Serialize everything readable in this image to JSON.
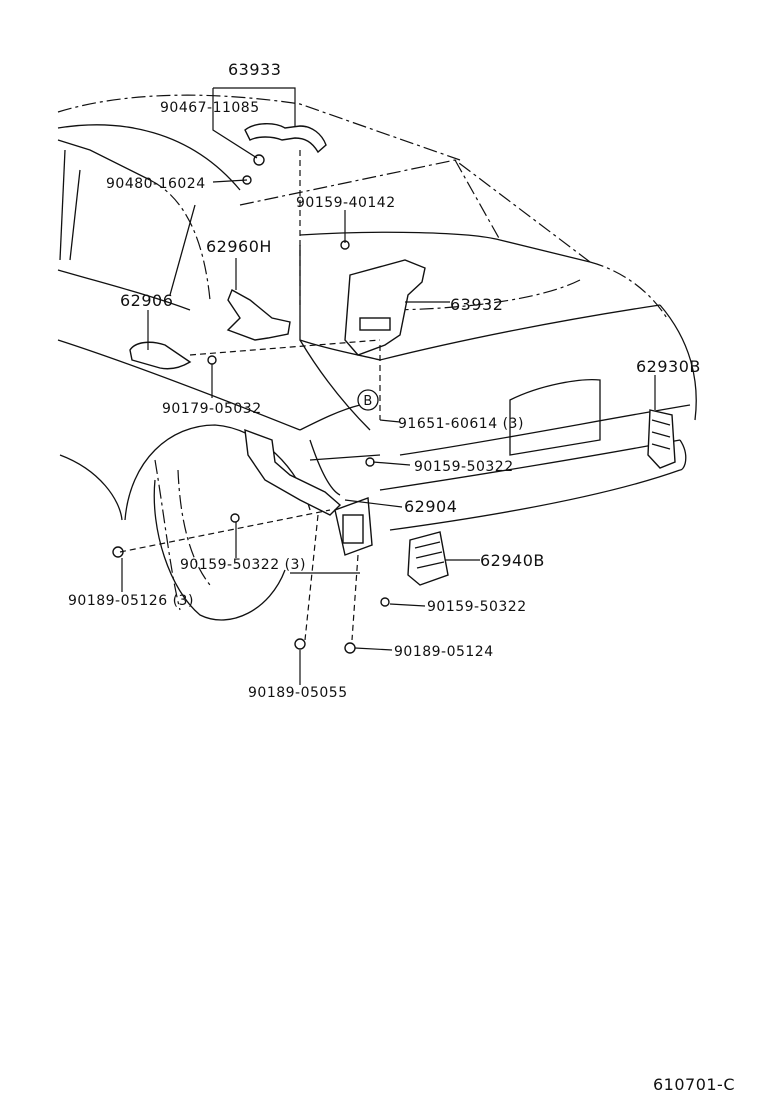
{
  "diagram": {
    "ref_code": "610701-C",
    "callout_letter": "B",
    "labels": {
      "p63933": "63933",
      "p90467": "90467-11085",
      "p90480": "90480-16024",
      "p90159_40142": "90159-40142",
      "p62960H": "62960H",
      "p62906": "62906",
      "p63932": "63932",
      "p62930B": "62930B",
      "p90179": "90179-05032",
      "p91651": "91651-60614 (3)",
      "p90159_50322_a": "90159-50322",
      "p62904": "62904",
      "p62940B": "62940B",
      "p90159_50322_3": "90159-50322 (3)",
      "p90189_05126": "90189-05126 (3)",
      "p90159_50322_b": "90159-50322",
      "p90189_05124": "90189-05124",
      "p90189_05055": "90189-05055"
    }
  }
}
